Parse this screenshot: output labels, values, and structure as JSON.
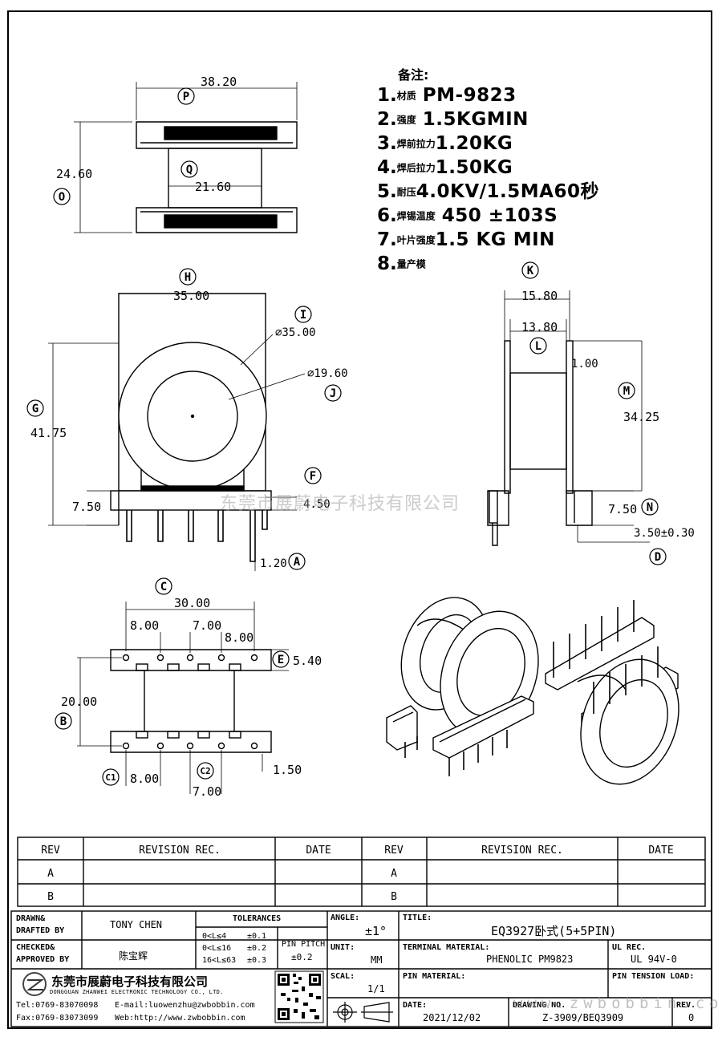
{
  "notes": {
    "title": "备注:",
    "items": [
      {
        "num": "1.",
        "label": "材质",
        "value": "PM-9823"
      },
      {
        "num": "2.",
        "label": "强度",
        "value": "1.5KGMIN"
      },
      {
        "num": "3.",
        "label": "焊前拉力",
        "value": "1.20KG"
      },
      {
        "num": "4.",
        "label": "焊后拉力",
        "value": "1.50KG"
      },
      {
        "num": "5.",
        "label": "耐压",
        "value": "4.0KV/1.5MA60秒"
      },
      {
        "num": "6.",
        "label": "焊锡温度",
        "value": "450 ±103S"
      },
      {
        "num": "7.",
        "label": "叶片强度",
        "value": "1.5 KG MIN"
      },
      {
        "num": "8.",
        "label": "量产模",
        "value": ""
      }
    ]
  },
  "dimensions": {
    "top_width": "38.20",
    "top_height": "24.60",
    "core_width": "21.60",
    "front_width": "35.00",
    "outer_dia": "⌀35.00",
    "inner_dia": "⌀19.60",
    "front_height": "41.75",
    "base_left": "7.50",
    "base_right": "4.50",
    "pin_dia": "1.20",
    "side_width": "15.80",
    "side_inner": "13.80",
    "flange_thk": "1.00",
    "side_height": "34.25",
    "side_base": "7.50",
    "pin_len": "3.50±0.30",
    "pin_span": "30.00",
    "pitch_a": "8.00",
    "pitch_b": "7.00",
    "pitch_c": "8.00",
    "row_height": "5.40",
    "row_span": "20.00",
    "pin_off": "1.50",
    "bottom_pitch_a": "8.00",
    "bottom_pitch_b": "7.00"
  },
  "callouts": [
    "P",
    "Q",
    "O",
    "H",
    "I",
    "J",
    "G",
    "F",
    "A",
    "K",
    "L",
    "M",
    "N",
    "D",
    "C",
    "E",
    "B",
    "C1",
    "C2"
  ],
  "watermark": "东莞市展蔚电子科技有限公司",
  "revision": {
    "headers": [
      "REV",
      "REVISION REC.",
      "DATE",
      "REV",
      "REVISION REC.",
      "DATE"
    ],
    "rows": [
      [
        "A",
        "",
        "",
        "A",
        "",
        ""
      ],
      [
        "B",
        "",
        "",
        "B",
        "",
        ""
      ]
    ]
  },
  "title_block": {
    "drawn_label": "DRAWN&\nDRAFTED BY",
    "drawn_label_1": "DRAWN&",
    "drawn_label_2": "DRAFTED BY",
    "drawn_by": "TONY CHEN",
    "checked_label_1": "CHECKED&",
    "checked_label_2": "APPROVED BY",
    "checked_by": "陈宝辉",
    "tolerances_label": "TOLERANCES",
    "tol_rows": [
      {
        "range": "0<L≤4",
        "tol": "±0.1"
      },
      {
        "range": "0<L≤16",
        "tol": "±0.2"
      },
      {
        "range": "16<L≤63",
        "tol": "±0.3"
      }
    ],
    "pin_pitch_label": "PIN PITCH",
    "pin_pitch_tol": "±0.2",
    "angle_label": "ANGLE:",
    "angle": "±1°",
    "unit_label": "UNIT:",
    "unit": "MM",
    "scale_label": "SCAL:",
    "scale": "1/1",
    "title_label": "TITLE:",
    "title": "EQ3927卧式(5+5PIN)",
    "terminal_label": "TERMINAL MATERIAL:",
    "terminal": "PHENOLIC PM9823",
    "ul_label": "UL REC.",
    "ul": "UL 94V-0",
    "pin_material_label": "PIN MATERIAL:",
    "pin_material": "",
    "pin_tension_label": "PIN TENSION LOAD:",
    "pin_tension": "",
    "date_label": "DATE:",
    "date": "2021/12/02",
    "drawing_no_label": "DRAWING NO.",
    "drawing_no": "Z-3909/BEQ3909",
    "rev_label": "REV.",
    "rev": "0",
    "company_cn": "东莞市展蔚电子科技有限公司",
    "company_en": "DONGGUAN ZHANWEI ELECTRONIC TECHNOLOGY CO., LTD.",
    "tel": "Tel:0769-83070098",
    "email": "E-mail:luowenzhu@zwbobbin.com",
    "fax": "Fax:0769-83073099",
    "web": "Web:http://www.zwbobbin.com",
    "watermark_url": "www.zwbobbin.com"
  }
}
